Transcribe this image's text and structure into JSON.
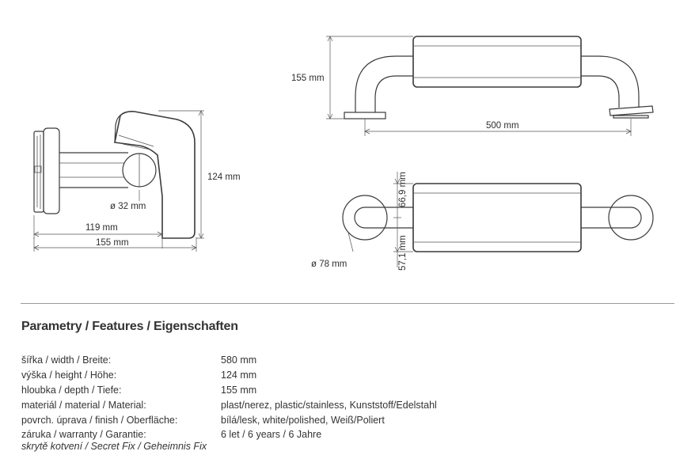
{
  "drawing": {
    "top_view": {
      "height": "155 mm",
      "width": "500 mm"
    },
    "side_view": {
      "height": "124 mm",
      "diameter": "ø 32 mm",
      "offset": "119 mm",
      "depth": "155 mm"
    },
    "plan_view": {
      "rosette_diameter": "ø 78 mm",
      "upper_offset": "66,9 mm",
      "lower_offset": "57,1 mm"
    }
  },
  "section": {
    "heading": "Parametry / Features / Eigenschaften"
  },
  "specs": [
    {
      "label": "šířka / width / Breite:",
      "value": "580 mm"
    },
    {
      "label": "výška / height / Höhe:",
      "value": "124 mm"
    },
    {
      "label": "hloubka / depth / Tiefe:",
      "value": "155 mm"
    },
    {
      "label": "materiál / material / Material:",
      "value": "plast/nerez, plastic/stainless, Kunststoff/Edelstahl"
    },
    {
      "label": "povrch. úprava / finish / Oberfläche:",
      "value": "bílá/lesk, white/polished, Weiß/Poliert"
    },
    {
      "label": "záruka / warranty / Garantie:",
      "value": "6 let / 6 years / 6 Jahre"
    }
  ],
  "footnote": "skrytě kotvení / Secret Fix / Geheimnis Fix"
}
